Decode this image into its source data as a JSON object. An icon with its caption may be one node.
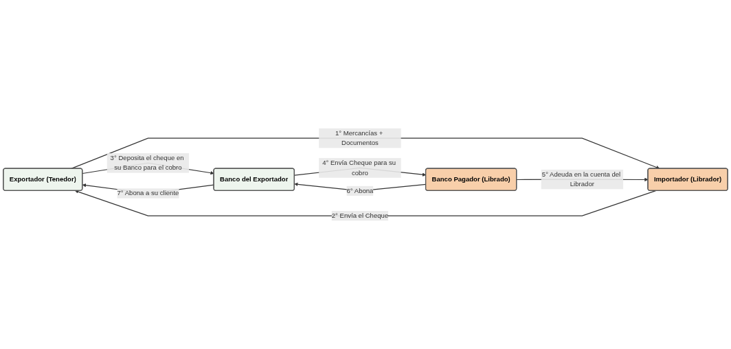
{
  "diagram": {
    "nodes": [
      {
        "text": [
          "Exportador (Tenedor)"
        ]
      },
      {
        "text": [
          "Banco del Exportador"
        ]
      },
      {
        "text": [
          "Importador (Librador)"
        ]
      },
      {
        "text": [
          "Banco Pagador (Librado)"
        ]
      }
    ],
    "edges": [
      {
        "from": 0,
        "to": 1,
        "arrow": "to",
        "label": "3° Deposita el cheque en su Banco para el cobro"
      },
      {
        "from": 1,
        "to": 0,
        "arrow": "to",
        "label": "7° Abona a su cliente"
      },
      {
        "from": 0,
        "to": 2,
        "arrow": "to",
        "label": "1° Mercancías + Documentos"
      },
      {
        "from": 2,
        "to": 0,
        "arrow": "to",
        "label": "2° Envía el Cheque"
      },
      {
        "from": 1,
        "to": 3,
        "arrow": "to",
        "label": "4° Envía Cheque para su cobro"
      },
      {
        "from": 3,
        "to": 1,
        "arrow": "to",
        "label": "6° Abona"
      },
      {
        "from": 3,
        "to": 2,
        "arrow": "to",
        "label": "5° Adeuda en la cuenta del Librador"
      }
    ]
  }
}
